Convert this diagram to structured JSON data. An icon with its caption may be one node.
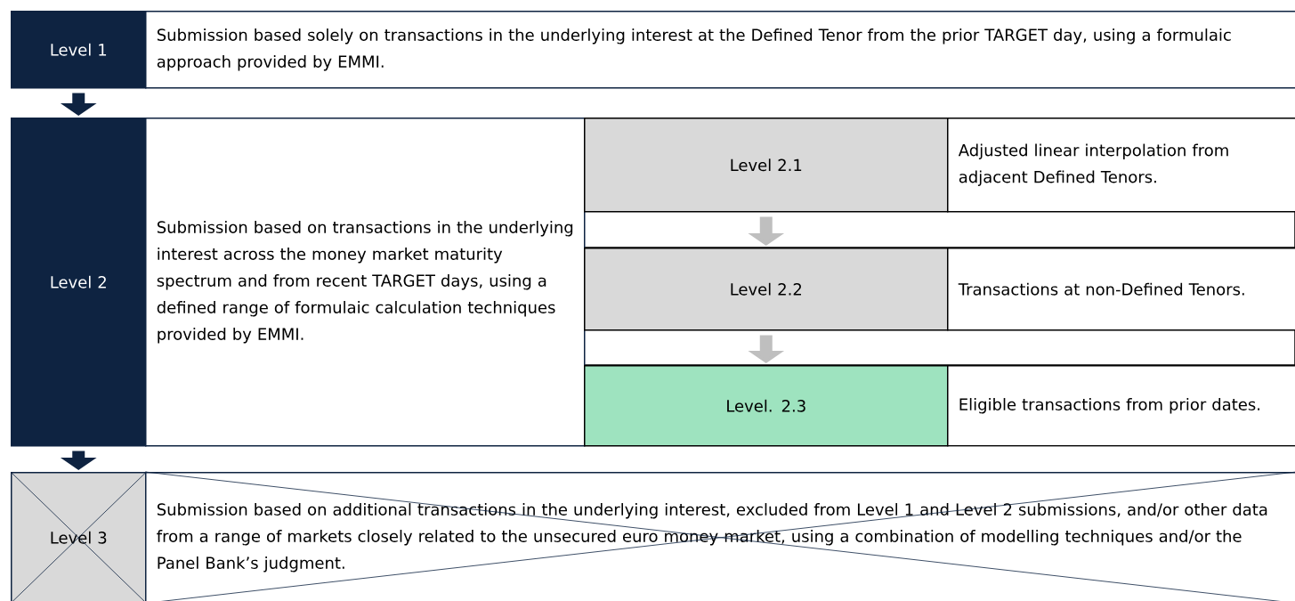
{
  "diagram": {
    "nodes": [
      {
        "text": [
          "Level 1"
        ]
      },
      {
        "text": [
          "Submission based solely on transactions in the underlying interest at the Defined Tenor from the prior TARGET day, using a formulaic approach provided by EMMI."
        ]
      },
      {
        "text": [
          "Level 2"
        ]
      },
      {
        "text": [
          "Submission based on transactions in the underlying interest across the money market maturity spectrum and from recent TARGET days, using a defined range of formulaic calculation techniques provided by EMMI."
        ]
      },
      {
        "text": [
          "Level 2.1"
        ]
      },
      {
        "text": [
          "Adjusted linear interpolation from adjacent Defined Tenors."
        ]
      },
      {
        "text": [
          "Level 2.2"
        ]
      },
      {
        "text": [
          "Transactions at non-Defined Tenors."
        ]
      },
      {
        "text": [
          "Level. 2.3"
        ]
      },
      {
        "text": [
          "Eligible transactions from prior dates."
        ]
      },
      {
        "text": [
          "Level 3"
        ]
      },
      {
        "text": [
          "Submission based on additional transactions in the underlying interest, excluded from Level 1 and Level 2 submissions, and/or other data from a range of markets closely related to the unsecured euro money market, using a combination of modelling techniques and/or the Panel Bank’s judgment."
        ]
      }
    ],
    "edges": [
      {
        "from": 0,
        "to": 2,
        "arrow": "to"
      },
      {
        "from": 4,
        "to": 6,
        "arrow": "to",
        "color": "#bfbfbf"
      },
      {
        "from": 6,
        "to": 8,
        "arrow": "to",
        "color": "#bfbfbf"
      },
      {
        "from": 2,
        "to": 10,
        "arrow": "to"
      }
    ]
  }
}
